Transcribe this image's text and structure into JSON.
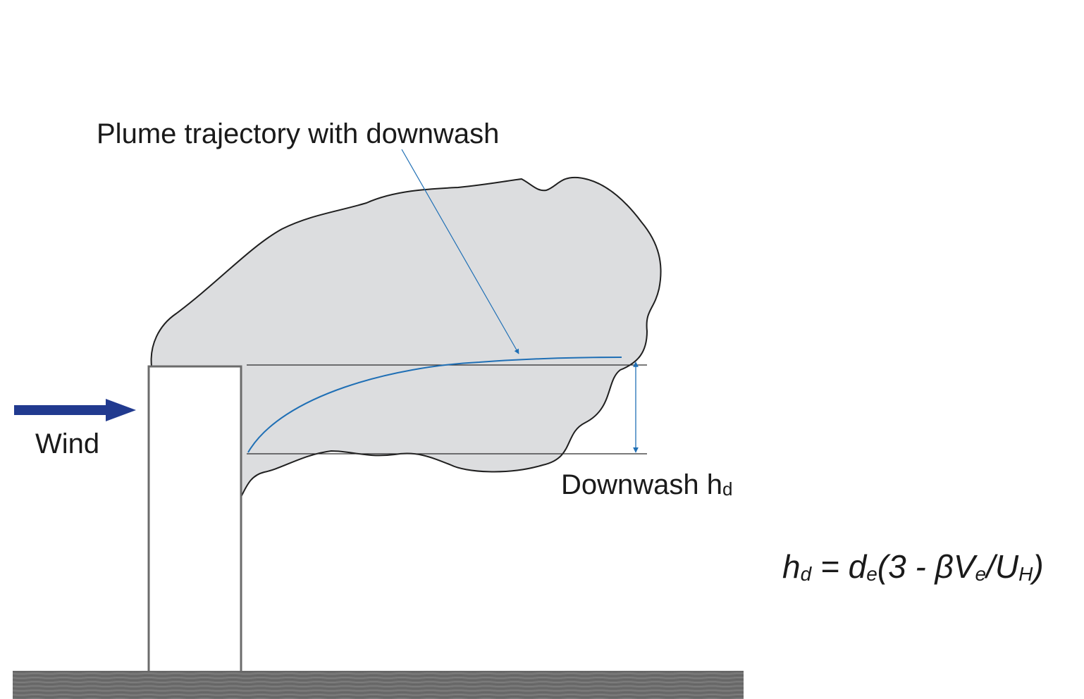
{
  "labels": {
    "plume_trajectory": "Plume trajectory with downwash",
    "wind": "Wind",
    "downwash_main": "Downwash h",
    "downwash_sub": "d"
  },
  "formula": {
    "h": "h",
    "h_sub": "d",
    "eq_d": " = d",
    "d_sub": "e",
    "middle": "(3 - βV",
    "v_sub": "e",
    "slash_u": "/U",
    "u_sub": "H",
    "close": ")"
  },
  "colors": {
    "plume_fill": "#dcdddf",
    "outline": "#1f1f1f",
    "trajectory": "#1f6fb5",
    "wind_arrow": "#213a8f",
    "stack_outline": "#6b6b6b",
    "ground": "#6e6e6e"
  }
}
